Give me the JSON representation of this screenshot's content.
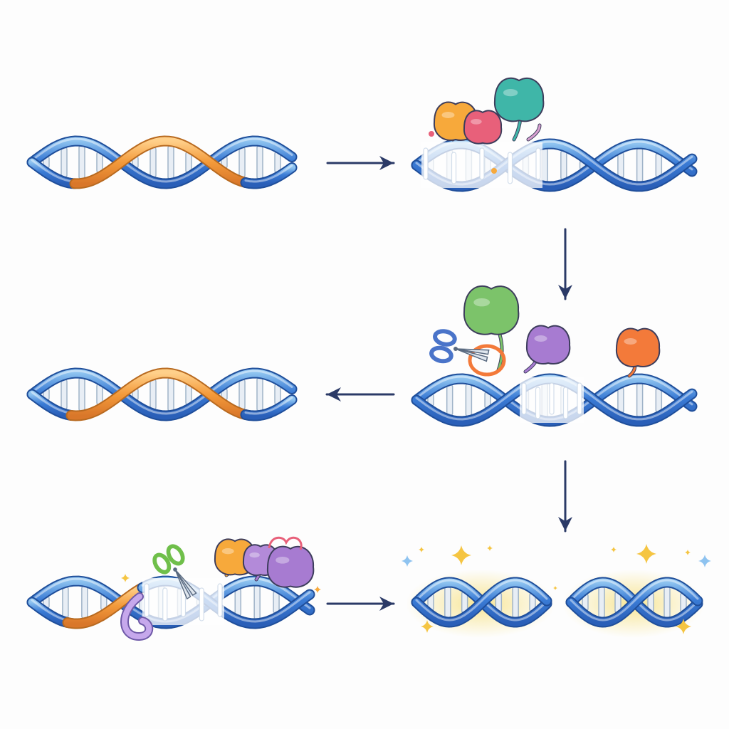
{
  "colors": {
    "helix_blue": "#3a7bd5",
    "helix_blue_light": "#8ec3f0",
    "helix_outline": "#1f4e9a",
    "edited_strand": "#f39a3a",
    "rung": "#e8eef5",
    "rung_outline": "#9fb3c8",
    "arrow": "#2b3a67",
    "protein_orange": "#f7a93b",
    "protein_pink": "#e8607a",
    "protein_teal": "#3fb6a8",
    "protein_green": "#7cc36a",
    "protein_purple": "#a77bd1",
    "protein_orange_red": "#f37a3a",
    "scissors_blue": "#4a74c9",
    "scissors_green": "#6fbf4a",
    "sparkle": "#f5c542",
    "glow": "#f7e38a"
  },
  "icons": {
    "complex": "protein-complex-icon",
    "scissors": "scissors-icon",
    "sparkle": "sparkle-icon",
    "arrow": "arrow-icon"
  },
  "steps": [
    {
      "id": "step-1",
      "strand": "edited"
    },
    {
      "id": "step-2",
      "strand": "bound"
    },
    {
      "id": "step-3",
      "strand": "cut"
    },
    {
      "id": "step-4",
      "strand": "repaired"
    },
    {
      "id": "step-5",
      "strand": "excised"
    },
    {
      "id": "step-6",
      "strand": "split"
    }
  ]
}
